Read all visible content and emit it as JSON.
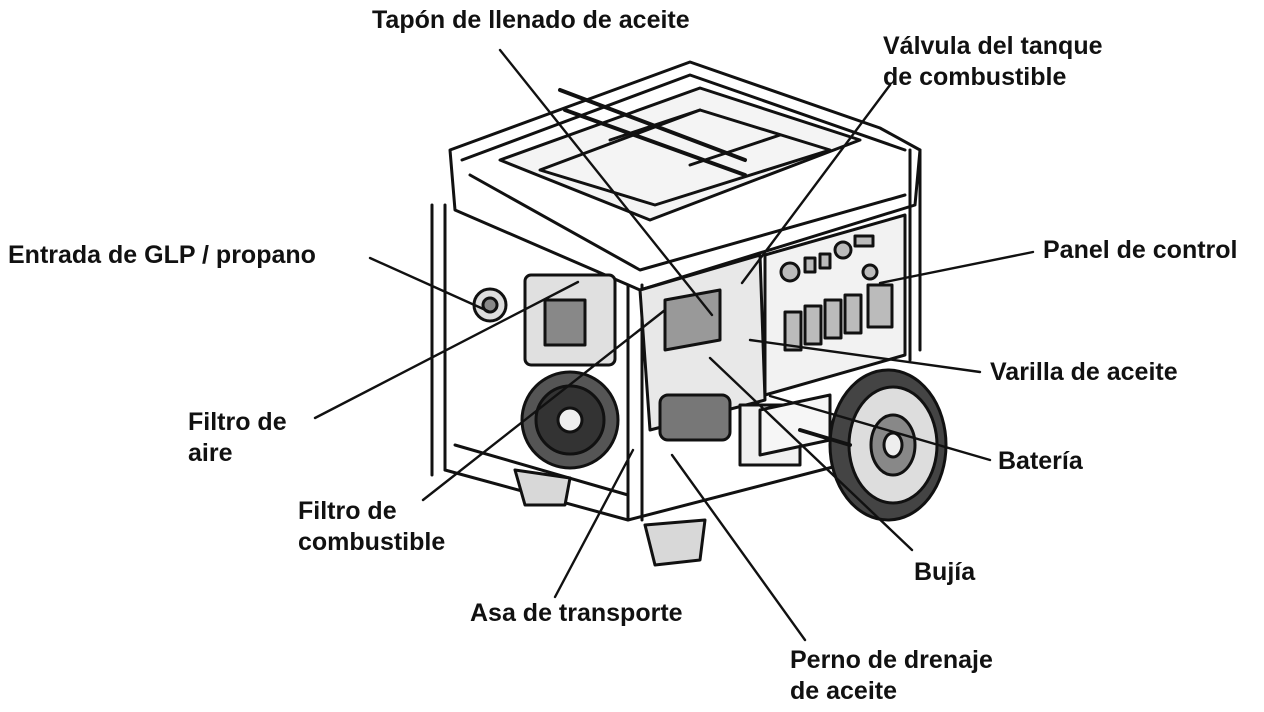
{
  "colors": {
    "ink": "#111111",
    "background": "#ffffff"
  },
  "labels": {
    "oil_fill_cap": "Tapón de llenado de aceite",
    "fuel_valve_1": "Válvula del tanque",
    "fuel_valve_2": "de combustible",
    "lpg_inlet": "Entrada de GLP / propano",
    "control_panel": "Panel de control",
    "dipstick": "Varilla de aceite",
    "air_filter_1": "Filtro de",
    "air_filter_2": "aire",
    "battery": "Batería",
    "fuel_filter_1": "Filtro de",
    "fuel_filter_2": "combustible",
    "spark_plug": "Bujía",
    "handle": "Asa de transporte",
    "drain_bolt_1": "Perno de drenaje",
    "drain_bolt_2": "de aceite"
  }
}
